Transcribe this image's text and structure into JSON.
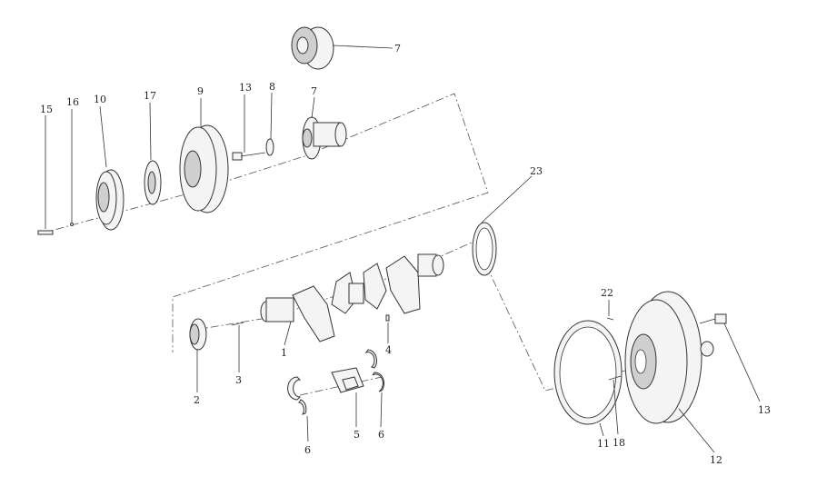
{
  "diagram": {
    "labels": [
      {
        "id": "l7a",
        "text": "7"
      },
      {
        "id": "l15",
        "text": "15"
      },
      {
        "id": "l16",
        "text": "16"
      },
      {
        "id": "l10",
        "text": "10"
      },
      {
        "id": "l17",
        "text": "17"
      },
      {
        "id": "l9",
        "text": "9"
      },
      {
        "id": "l13a",
        "text": "13"
      },
      {
        "id": "l8",
        "text": "8"
      },
      {
        "id": "l7b",
        "text": "7"
      },
      {
        "id": "l23",
        "text": "23"
      },
      {
        "id": "l22",
        "text": "22"
      },
      {
        "id": "l2",
        "text": "2"
      },
      {
        "id": "l3",
        "text": "3"
      },
      {
        "id": "l1",
        "text": "1"
      },
      {
        "id": "l4",
        "text": "4"
      },
      {
        "id": "l13b",
        "text": "13"
      },
      {
        "id": "l6a",
        "text": "6"
      },
      {
        "id": "l5",
        "text": "5"
      },
      {
        "id": "l6b",
        "text": "6"
      },
      {
        "id": "l11",
        "text": "11"
      },
      {
        "id": "l18",
        "text": "18"
      },
      {
        "id": "l12",
        "text": "12"
      }
    ]
  }
}
